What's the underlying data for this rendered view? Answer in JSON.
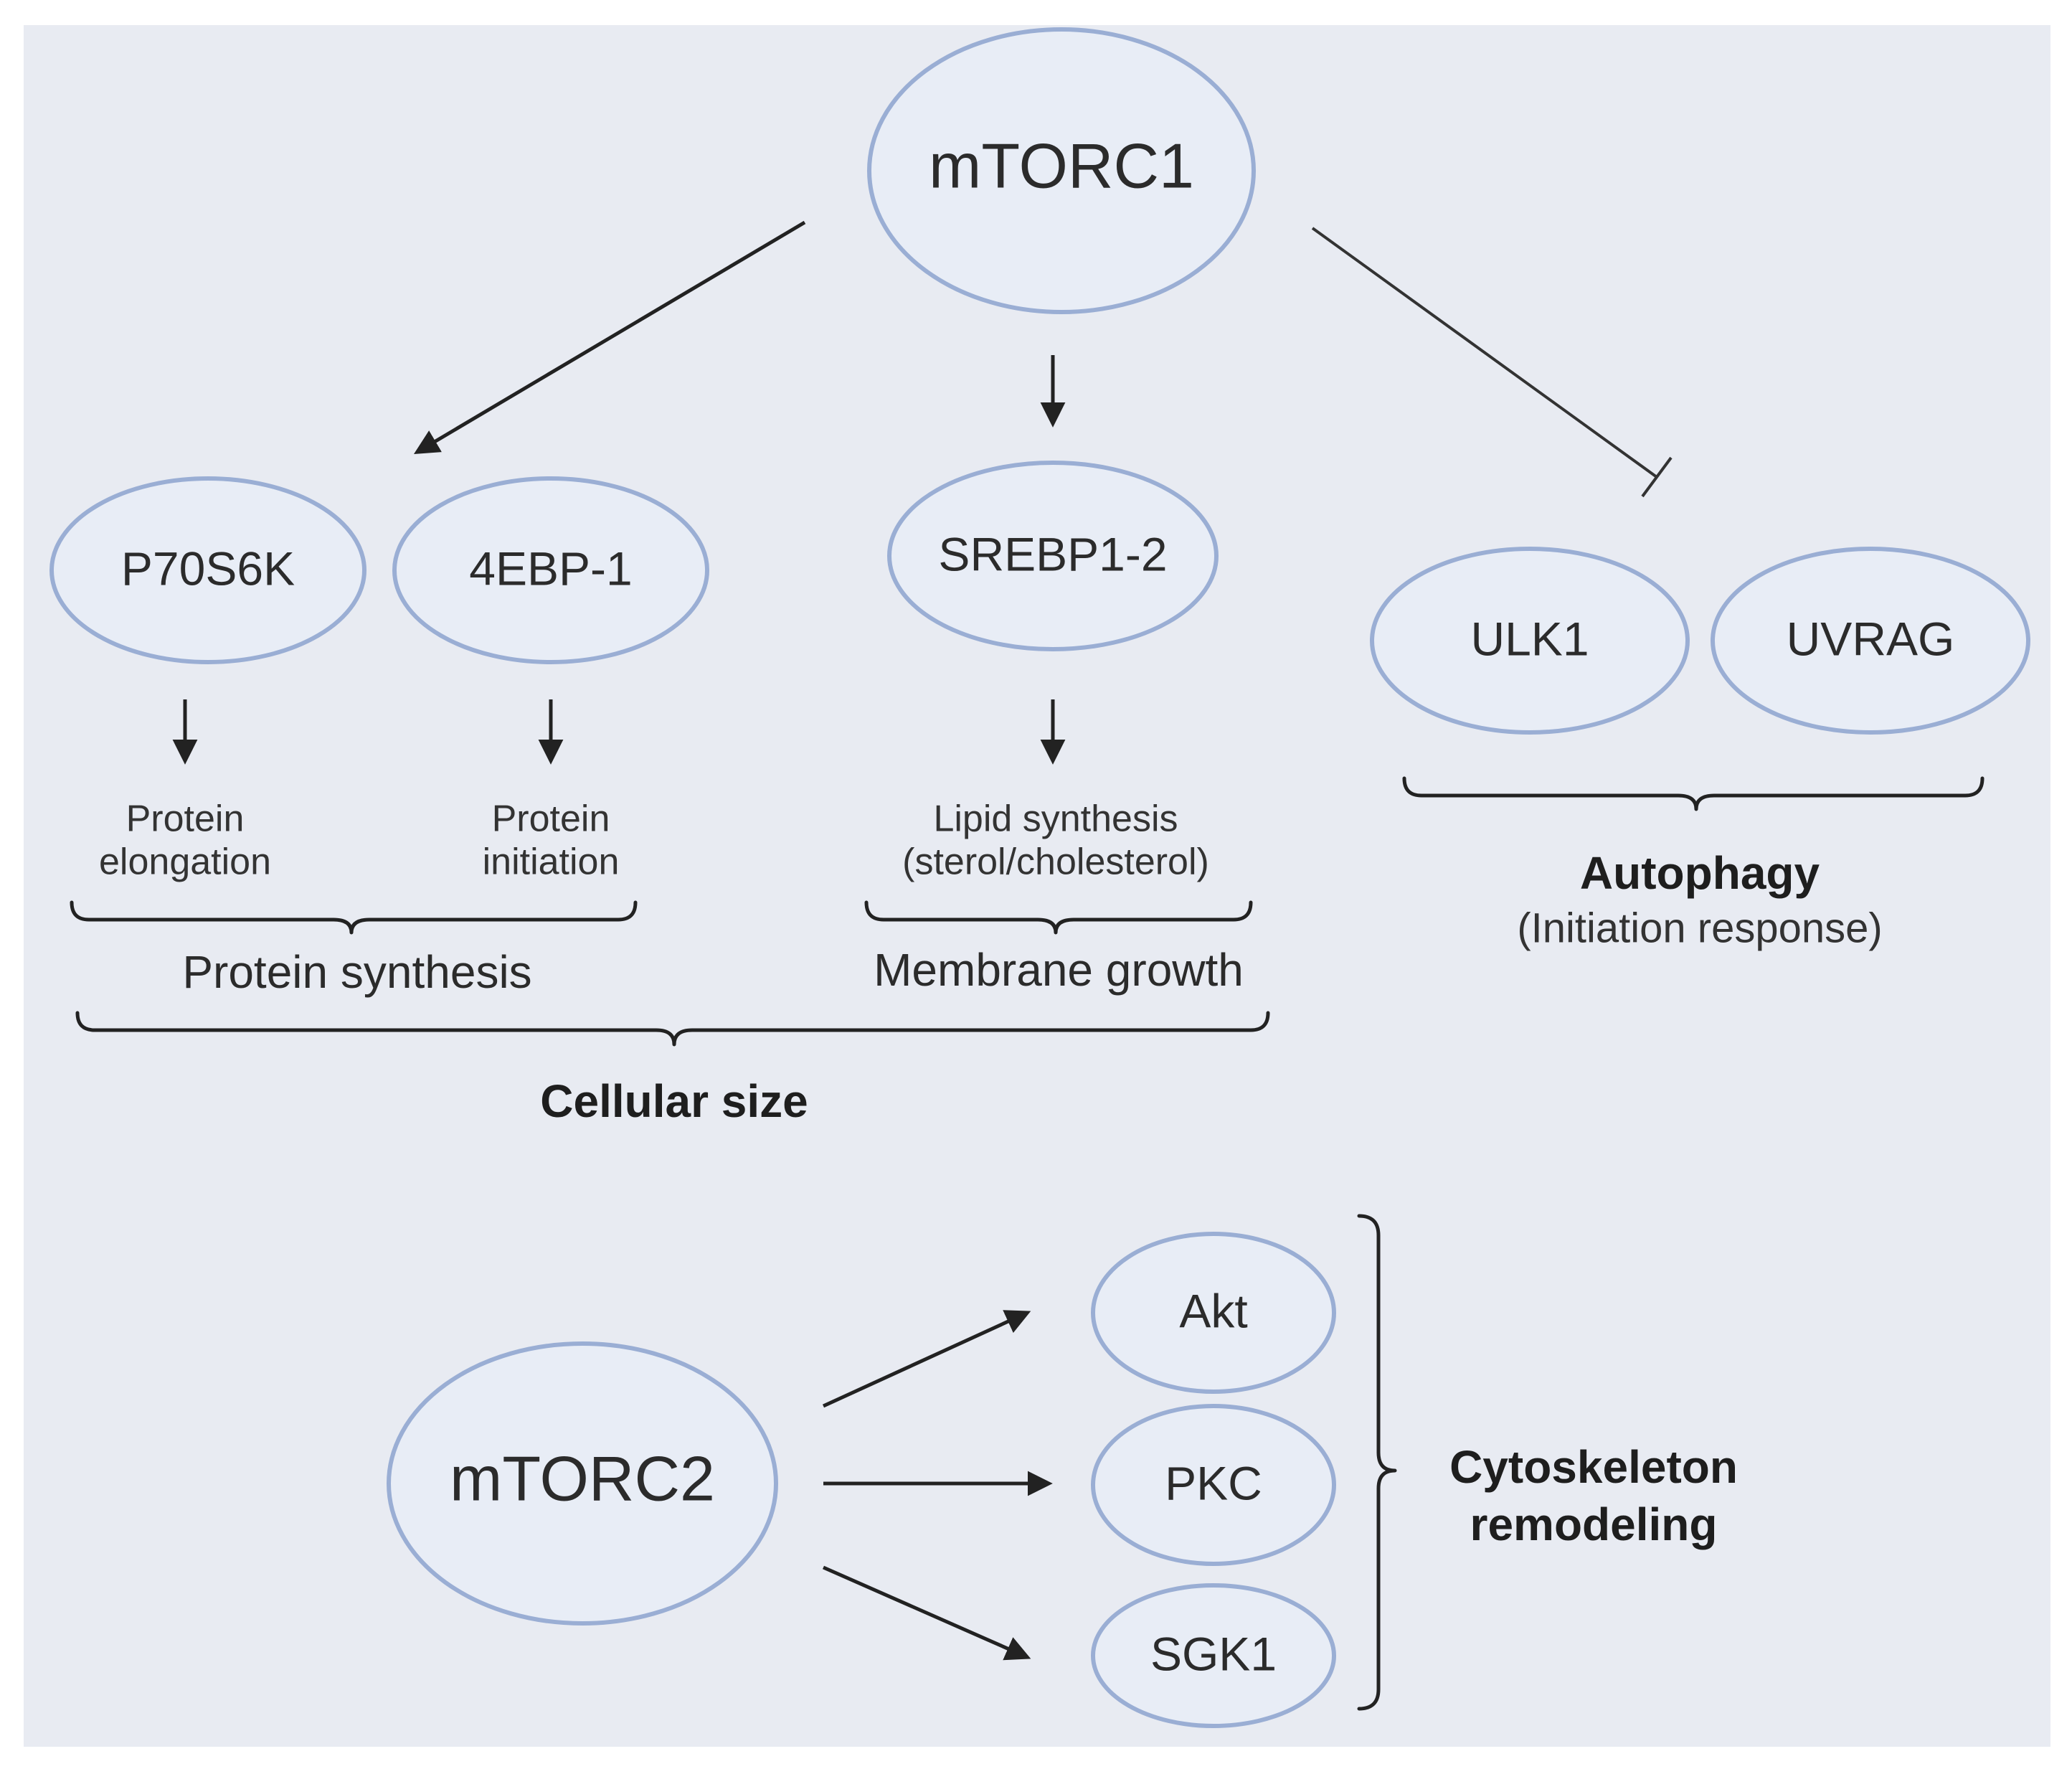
{
  "nodes": {
    "mtorc1": "mTORC1",
    "p70s6k": "P70S6K",
    "ebp1": "4EBP-1",
    "srebp": "SREBP1-2",
    "ulk1": "ULK1",
    "uvrag": "UVRAG",
    "mtorc2": "mTORC2",
    "akt": "Akt",
    "pkc": "PKC",
    "sgk1": "SGK1"
  },
  "processes": {
    "elongation_line1": "Protein",
    "elongation_line2": "elongation",
    "initiation_line1": "Protein",
    "initiation_line2": "initiation",
    "lipid_line1": "Lipid synthesis",
    "lipid_line2": "(sterol/cholesterol)"
  },
  "groups": {
    "protein_synthesis": "Protein synthesis",
    "membrane_growth": "Membrane growth",
    "cellular_size": "Cellular size",
    "autophagy": "Autophagy",
    "autophagy_sub": "(Initiation response)",
    "cytoskeleton_line1": "Cytoskeleton",
    "cytoskeleton_line2": "remodeling"
  },
  "colors": {
    "background": "#e8ebf2",
    "node_fill": "#e8edf6",
    "node_stroke": "#9aaed4",
    "arrow": "#222222"
  }
}
